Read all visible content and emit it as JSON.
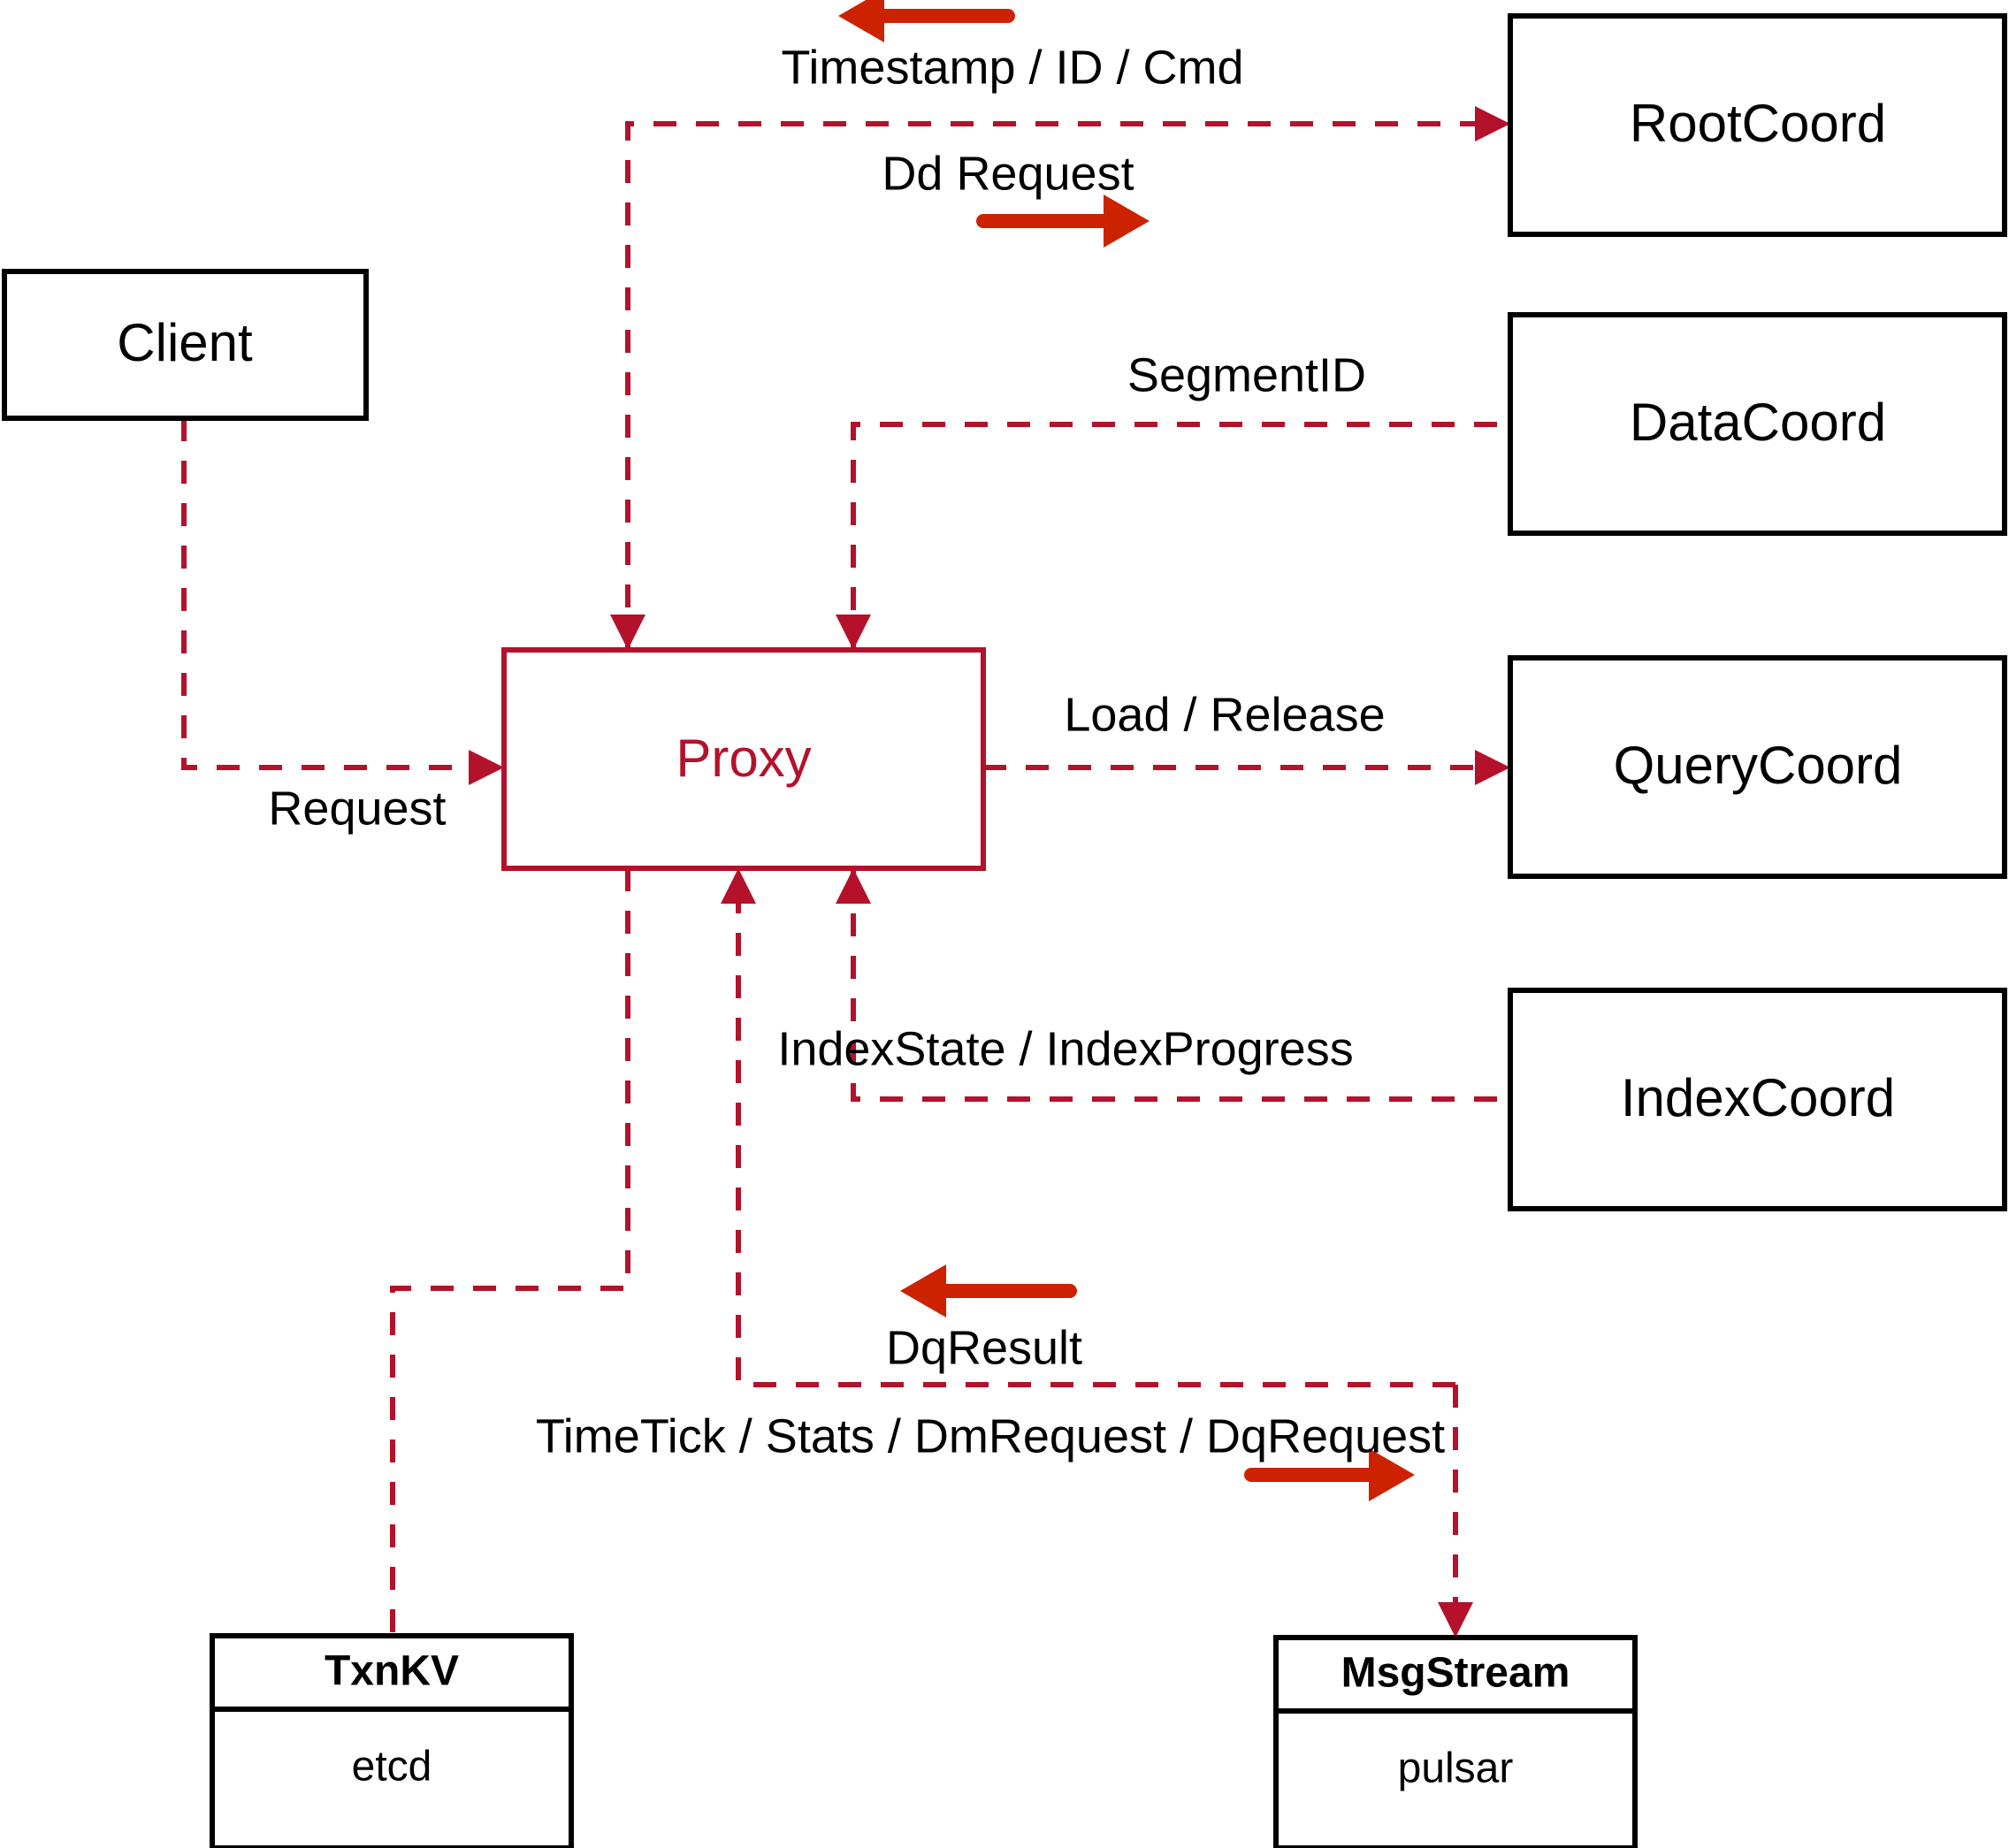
{
  "diagram": {
    "title": "Milvus Proxy interaction diagram",
    "accent_color": "#b4112b",
    "arrow_color": "#cc2200",
    "node_color": "#000000",
    "background": "#ffffff"
  },
  "nodes": {
    "client": {
      "label": "Client"
    },
    "proxy": {
      "label": "Proxy"
    },
    "root_coord": {
      "label": "RootCoord"
    },
    "data_coord": {
      "label": "DataCoord"
    },
    "query_coord": {
      "label": "QueryCoord"
    },
    "index_coord": {
      "label": "IndexCoord"
    },
    "txnkv": {
      "label": "TxnKV",
      "impl": "etcd"
    },
    "msgstream": {
      "label": "MsgStream",
      "impl": "pulsar"
    }
  },
  "edges": {
    "timestamp_id_cmd": {
      "label": "Timestamp / ID / Cmd",
      "direction": "left"
    },
    "dd_request": {
      "label": "Dd Request",
      "direction": "right"
    },
    "segment_id": {
      "label": "SegmentID",
      "direction": "none"
    },
    "load_release": {
      "label": "Load / Release",
      "direction": "none"
    },
    "index_state": {
      "label": "IndexState / IndexProgress",
      "direction": "none"
    },
    "request": {
      "label": "Request",
      "direction": "none"
    },
    "dq_result": {
      "label": "DqResult",
      "direction": "left"
    },
    "timetick_stats": {
      "label": "TimeTick / Stats / DmRequest / DqRequest",
      "direction": "right"
    }
  }
}
